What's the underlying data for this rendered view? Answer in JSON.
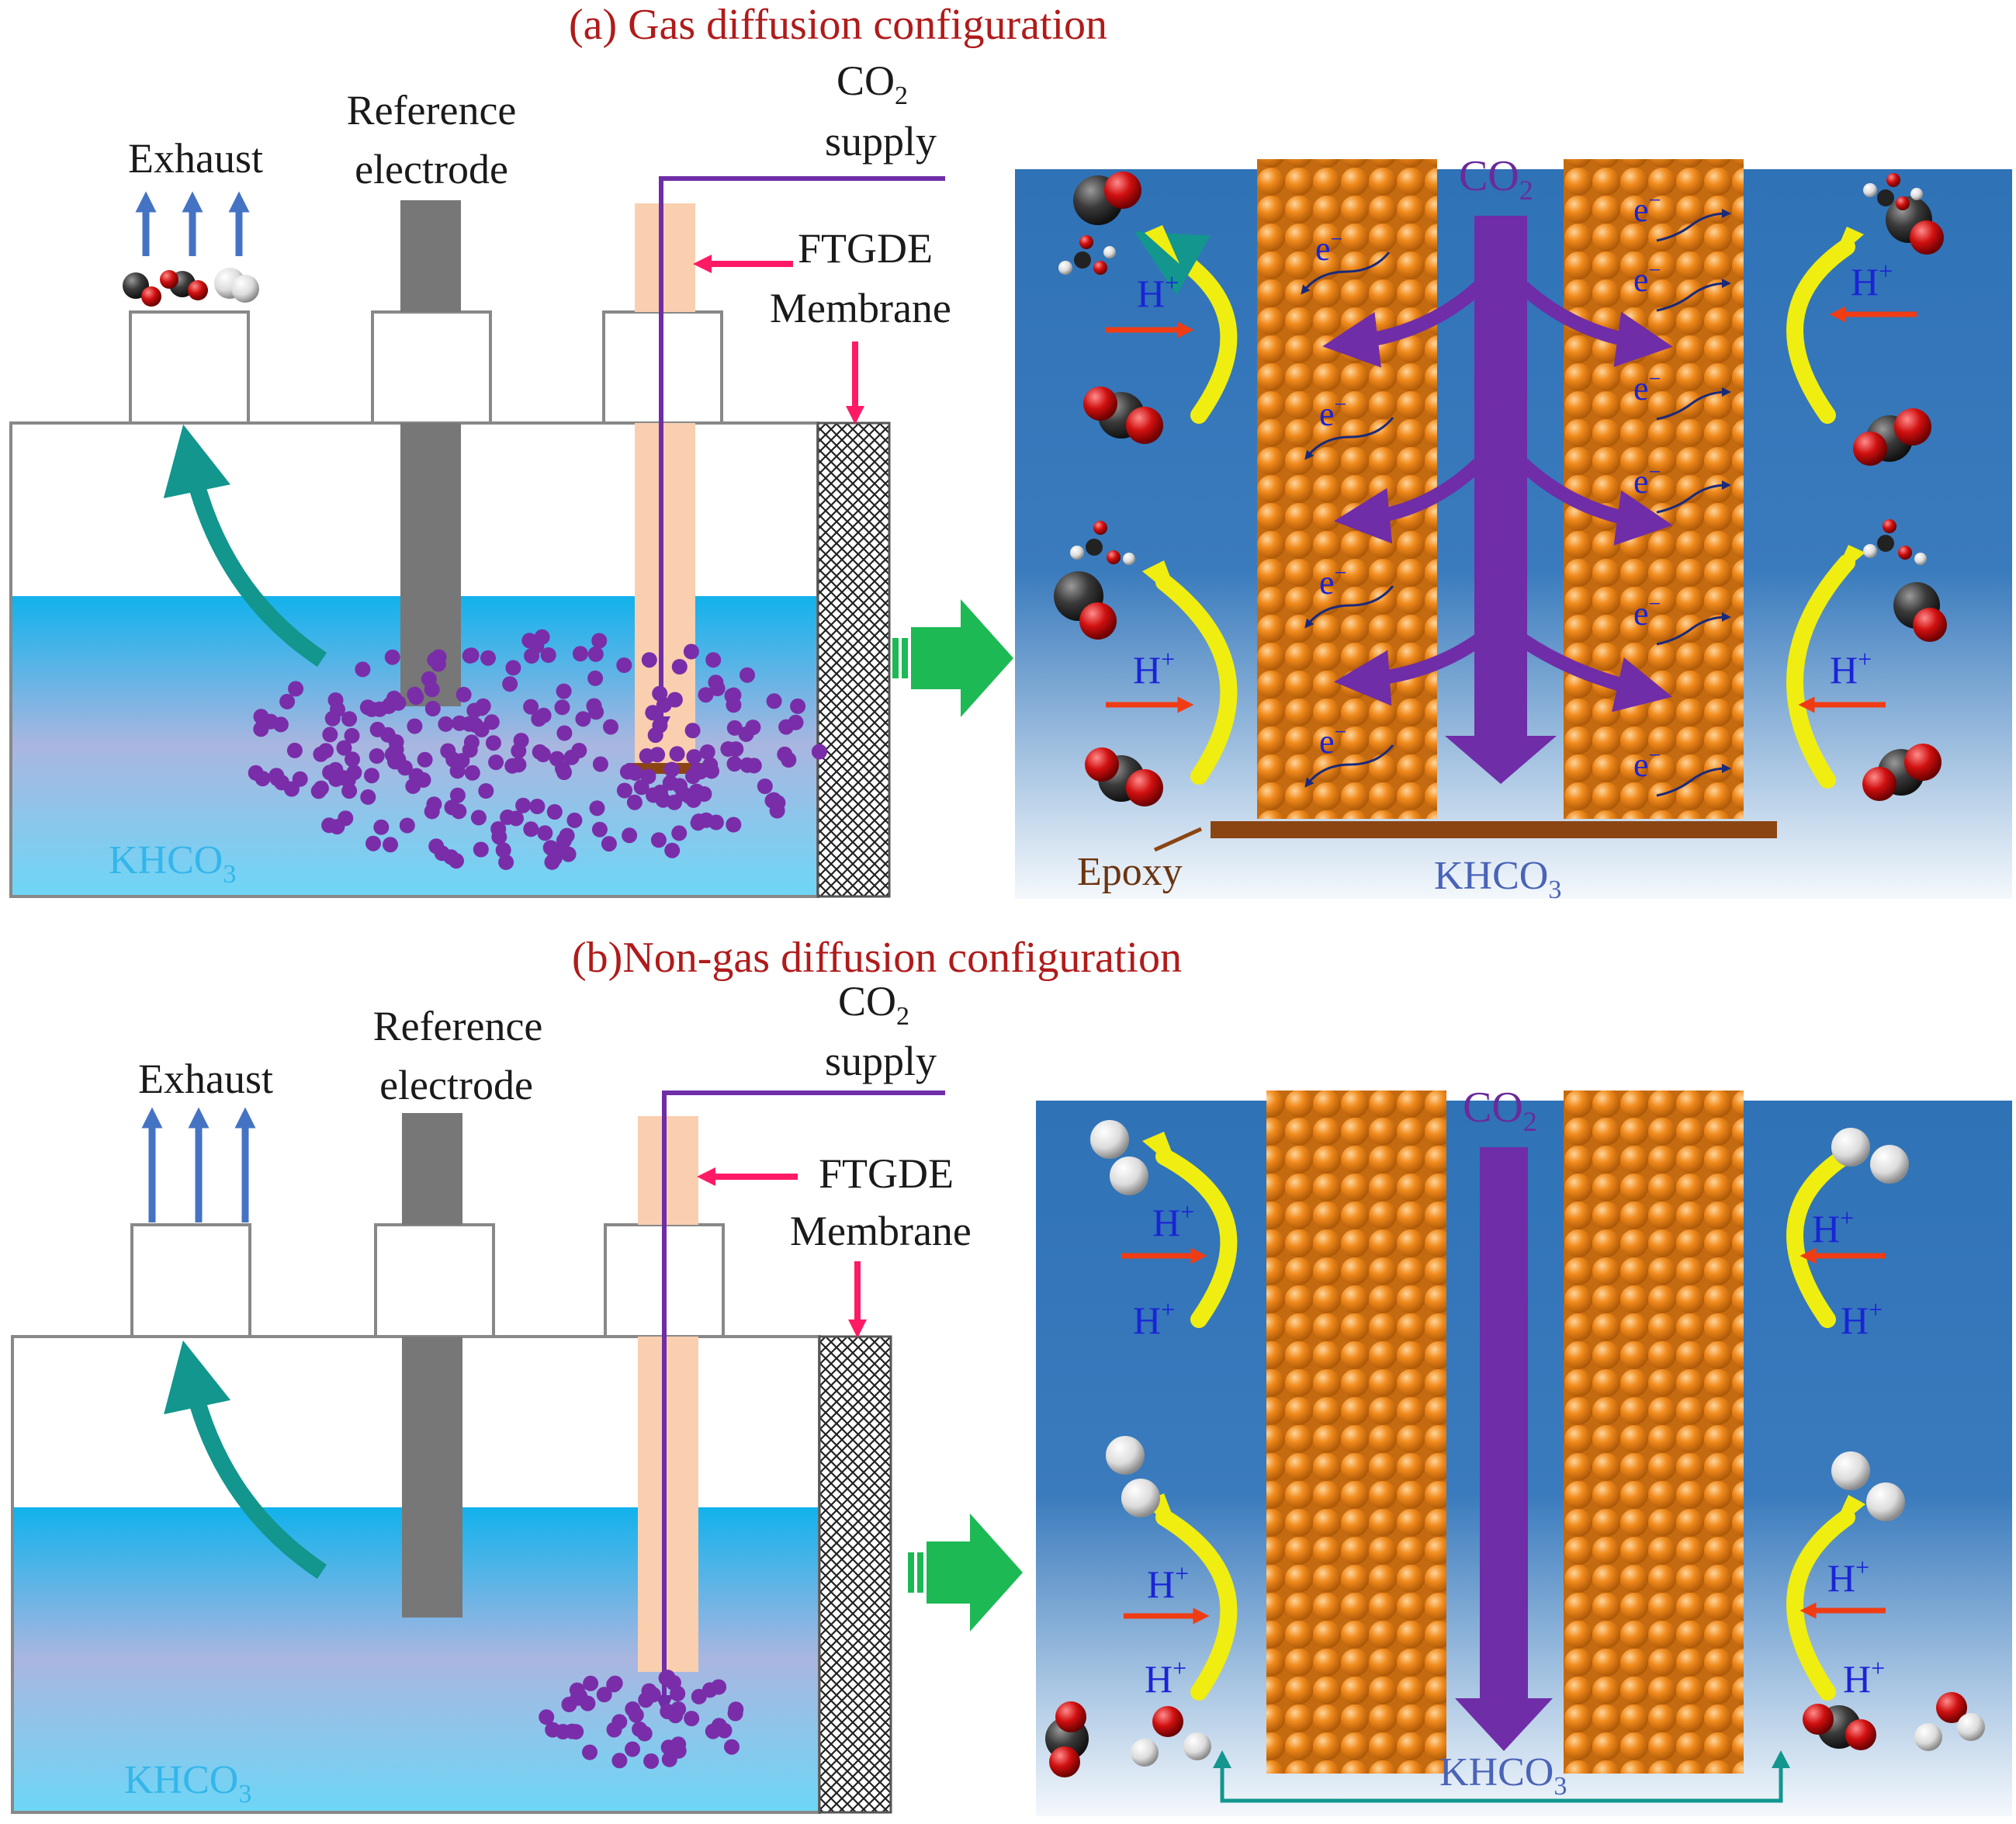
{
  "panel_a": {
    "title": "(a) Gas diffusion configuration",
    "exhaust": "Exhaust",
    "reference_line1": "Reference",
    "reference_line2": "electrode",
    "co2_main": "CO",
    "co2_sub": "2",
    "supply": "supply",
    "ftgde": "FTGDE",
    "membrane": "Membrane",
    "electrolyte_main": "KHCO",
    "electrolyte_sub": "3",
    "zoom_co2_main": "CO",
    "zoom_co2_sub": "2",
    "hplus_main": "H",
    "hplus_sup": "+",
    "electron_main": "e",
    "electron_sup": "−",
    "epoxy": "Epoxy",
    "zoom_electrolyte_main": "KHCO",
    "zoom_electrolyte_sub": "3"
  },
  "panel_b": {
    "title": "(b)Non-gas diffusion configuration",
    "exhaust": "Exhaust",
    "reference_line1": "Reference",
    "reference_line2": "electrode",
    "co2_main": "CO",
    "co2_sub": "2",
    "supply": "supply",
    "ftgde": "FTGDE",
    "membrane": "Membrane",
    "electrolyte_main": "KHCO",
    "electrolyte_sub": "3",
    "zoom_co2_main": "CO",
    "zoom_co2_sub": "2",
    "hplus_main": "H",
    "hplus_sup": "+",
    "zoom_electrolyte_main": "KHCO",
    "zoom_electrolyte_sub": "3"
  },
  "colors": {
    "title": "#b01b1b",
    "co2_arrow": "#6f2da8",
    "exhaust_arrow": "#4573c4",
    "teal_arrow": "#12968e",
    "pointer": "#ff1a66",
    "big_arrow": "#1db954",
    "electrolyte_top": "#17b4ec",
    "copper": "#e8861e",
    "proton_arrow": "#f03c14",
    "yellow_arrow": "#f0ee10",
    "epoxy": "#8b4513"
  }
}
